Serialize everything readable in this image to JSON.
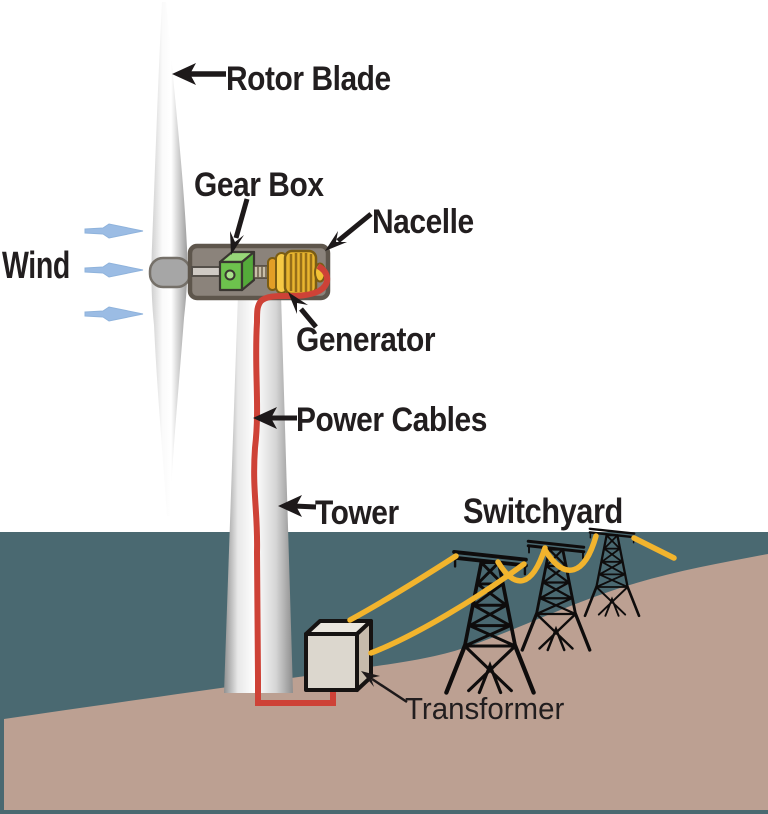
{
  "diagram": {
    "labels": {
      "wind": "Wind",
      "rotor_blade": "Rotor Blade",
      "gear_box": "Gear Box",
      "nacelle": "Nacelle",
      "generator": "Generator",
      "power_cables": "Power Cables",
      "tower": "Tower",
      "switchyard": "Switchyard",
      "transformer": "Transformer"
    },
    "colors": {
      "text": "#221E1F",
      "sky_band": "#4A6971",
      "ground": "#BCA092",
      "cable_red": "#CE4237",
      "cable_yellow": "#F2B42D",
      "gearbox_green": "#6DC24D",
      "generator_gold": "#E8B52F",
      "wind_arrow_blue": "#9BBCE4",
      "pylon_black": "#0E0C0C",
      "nacelle_gray": "#8B837B",
      "arrow_black": "#1D191A"
    }
  }
}
